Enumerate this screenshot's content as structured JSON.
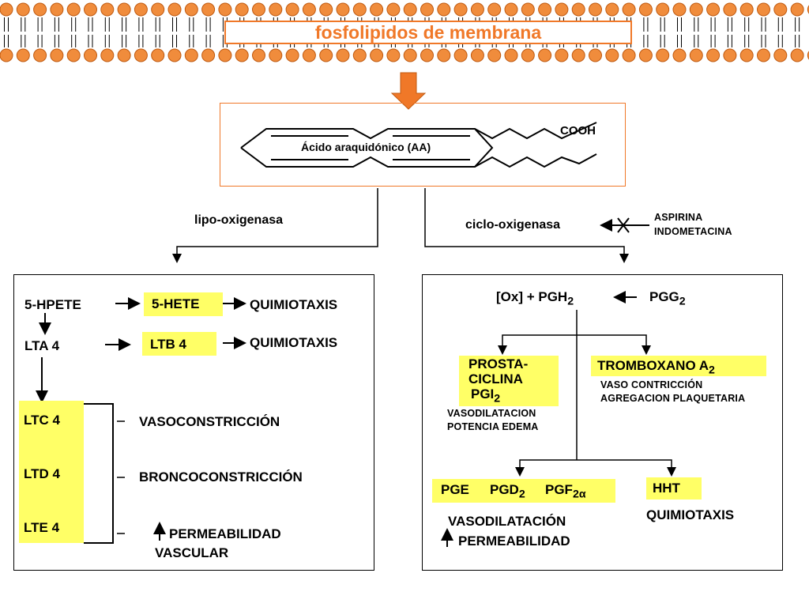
{
  "banner": {
    "title": "fosfolipidos de membrana"
  },
  "aa": {
    "label": "Ácido araquidónico (AA)",
    "group": "COOH"
  },
  "enzymes": {
    "lipo": "lipo-oxigenasa",
    "cyclo": "ciclo-oxigenasa"
  },
  "inhibitors": {
    "line1": "ASPIRINA",
    "line2": "INDOMETACINA"
  },
  "left": {
    "hpete": "5-HPETE",
    "hete": "5-HETE",
    "hete_effect": "QUIMIOTAXIS",
    "lta4": "LTA 4",
    "ltb4": "LTB 4",
    "ltb4_effect": "QUIMIOTAXIS",
    "ltc4": "LTC 4",
    "ltd4": "LTD 4",
    "lte4": "LTE 4",
    "effect1": "VASOCONSTRICCIÓN",
    "effect2": "BRONCOCONSTRICCIÓN",
    "effect3_line1": "PERMEABILIDAD",
    "effect3_line2": "VASCULAR"
  },
  "right": {
    "ox": "[Ox] + PGH",
    "ox_sub": "2",
    "pgg": "PGG",
    "pgg_sub": "2",
    "prosta1": "PROSTA-",
    "prosta2": "CICLINA",
    "prosta3": "PGI",
    "prosta3_sub": "2",
    "prosta_eff1": "VASODILATACION",
    "prosta_eff2": "POTENCIA EDEMA",
    "txa": "TROMBOXANO A",
    "txa_sub": "2",
    "txa_eff1": "VASO CONTRICCIÓN",
    "txa_eff2": "AGREGACION PLAQUETARIA",
    "pge": "PGE",
    "pgd": "PGD",
    "pgd_sub": "2",
    "pgf": "PGF",
    "pgf_sub": "2α",
    "pge_eff1": "VASODILATACIÓN",
    "pge_eff2": "PERMEABILIDAD",
    "hht": "HHT",
    "hht_eff": "QUIMIOTAXIS"
  },
  "colors": {
    "bead": "#f08c3c",
    "bead_border": "#c05a10",
    "title_text": "#f07828",
    "arrow_fill": "#f07828",
    "highlight": "#ffff66"
  }
}
